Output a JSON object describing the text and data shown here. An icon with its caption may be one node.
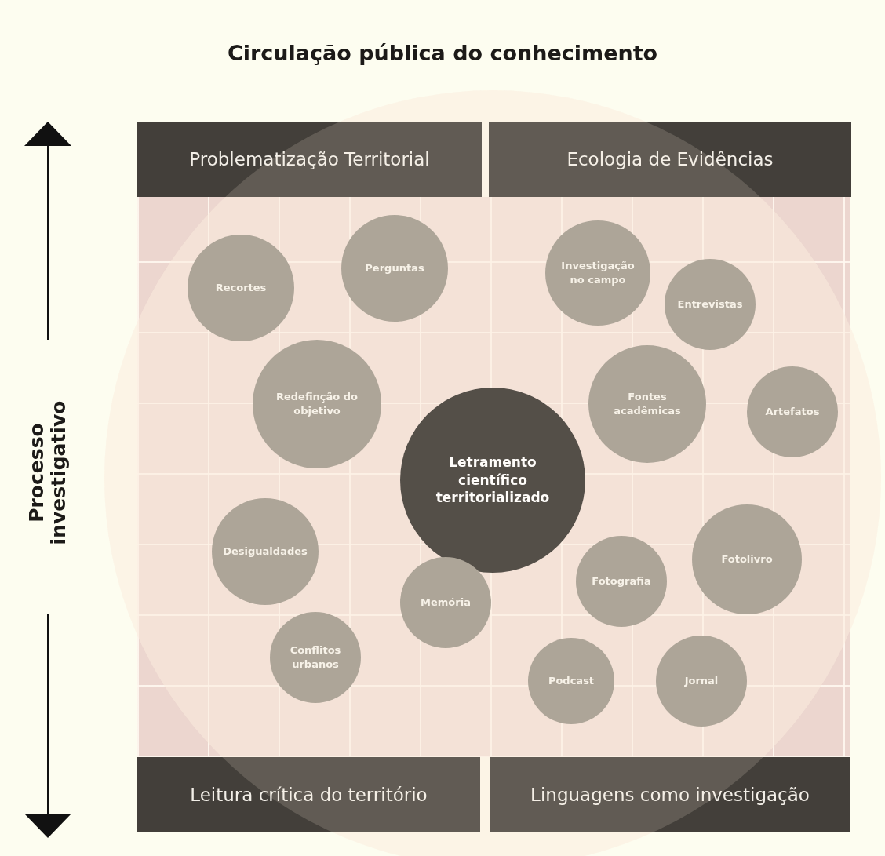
{
  "diagram": {
    "title": "Circulação pública do conhecimento",
    "nodes": [
      {
        "text": [
          "Problematização Territorial"
        ]
      },
      {
        "text": [
          "Ecologia de Evidências"
        ]
      },
      {
        "text": [
          "Leitura crítica do território"
        ]
      },
      {
        "text": [
          "Linguagens como investigação"
        ]
      },
      {
        "text": [
          "Recortes"
        ]
      },
      {
        "text": [
          "Perguntas"
        ]
      },
      {
        "text": [
          "Investigação no campo"
        ]
      },
      {
        "text": [
          "Entrevistas"
        ]
      },
      {
        "text": [
          "Redefinção do objetivo"
        ]
      },
      {
        "text": [
          "Fontes acadêmicas"
        ]
      },
      {
        "text": [
          "Artefatos"
        ]
      },
      {
        "text": [
          "Letramento científico territorializado"
        ]
      },
      {
        "text": [
          "Desigualdades"
        ]
      },
      {
        "text": [
          "Memória"
        ]
      },
      {
        "text": [
          "Fotografia"
        ]
      },
      {
        "text": [
          "Fotolivro"
        ]
      },
      {
        "text": [
          "Conflitos urbanos"
        ]
      },
      {
        "text": [
          "Podcast"
        ]
      },
      {
        "text": [
          "Jornal"
        ]
      }
    ],
    "edges": [],
    "labels": [
      "Processo investigativo"
    ]
  }
}
